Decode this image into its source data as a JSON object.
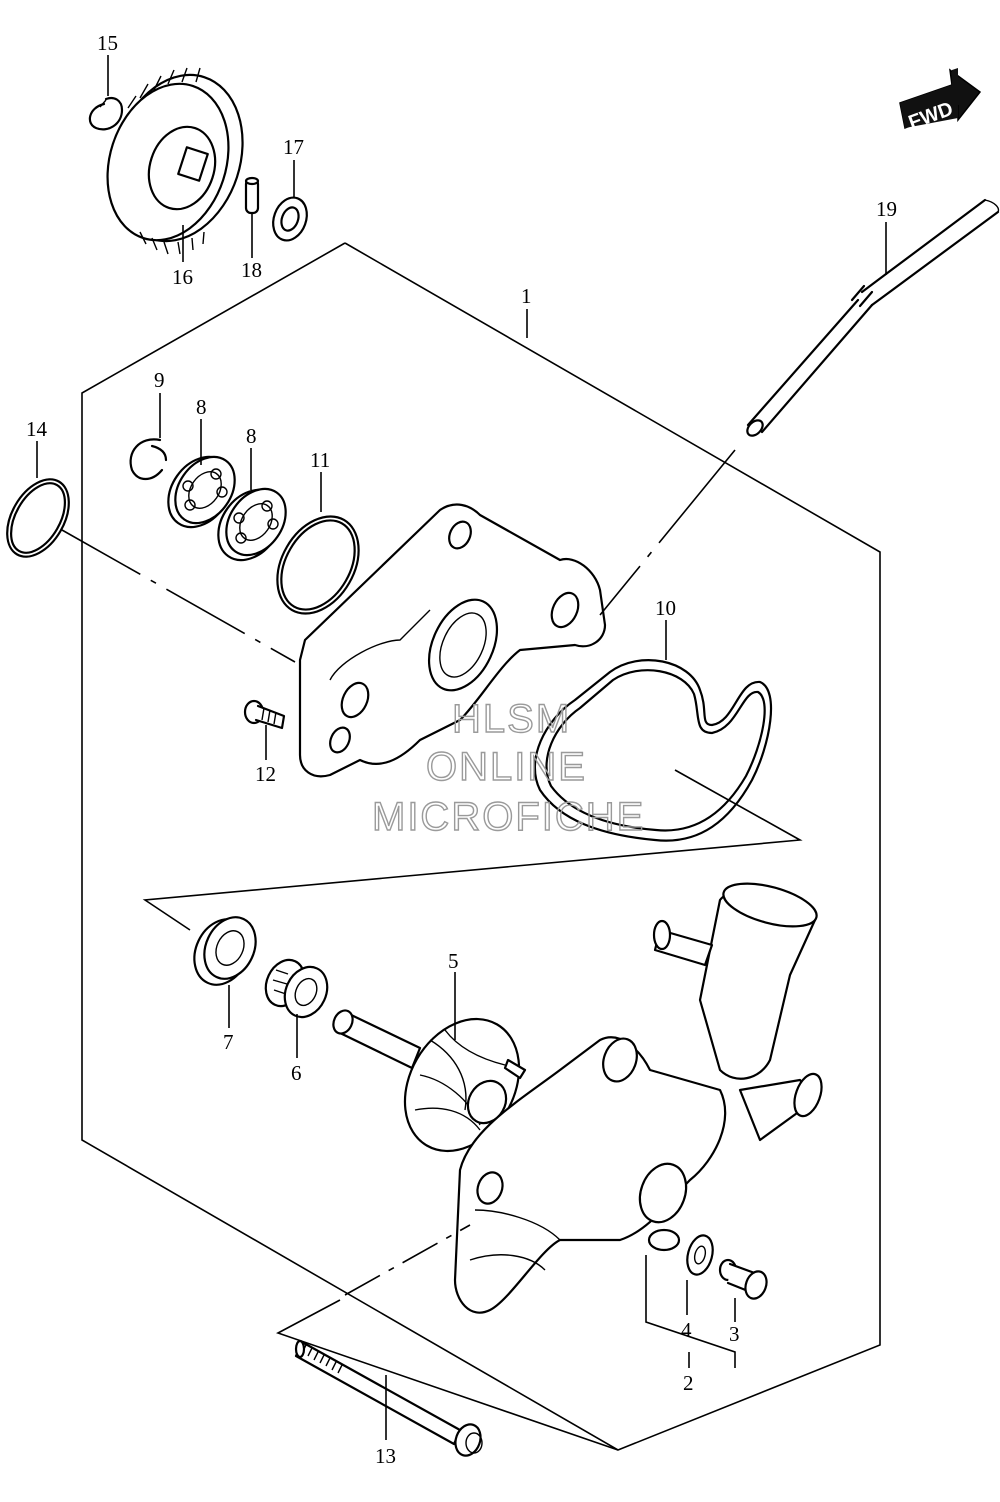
{
  "callouts": {
    "c1": "1",
    "c2": "2",
    "c3": "3",
    "c4": "4",
    "c5": "5",
    "c6": "6",
    "c7": "7",
    "c8a": "8",
    "c8b": "8",
    "c9": "9",
    "c10": "10",
    "c11": "11",
    "c12": "12",
    "c13": "13",
    "c14": "14",
    "c15": "15",
    "c16": "16",
    "c17": "17",
    "c18": "18",
    "c19": "19"
  },
  "fwd_arrow": {
    "label": "FWD"
  },
  "watermark": {
    "line1": "HLSM",
    "line2": "ONLINE",
    "line3": "MICROFICHE"
  }
}
